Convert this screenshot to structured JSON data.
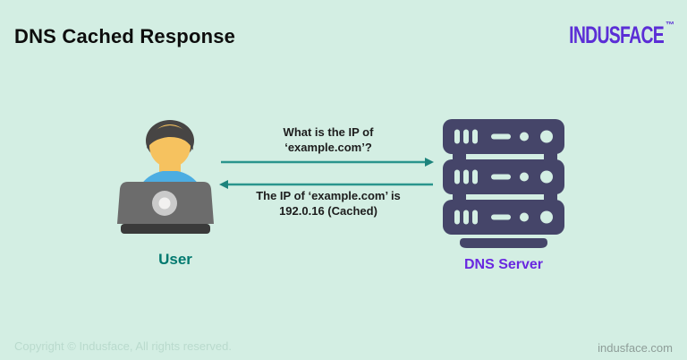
{
  "page": {
    "background_color": "#d3eee3"
  },
  "header": {
    "title": "DNS Cached Response",
    "logo": {
      "text": "INDUSFACE",
      "trademark": "™",
      "color": "#5b2ed6"
    }
  },
  "diagram": {
    "user": {
      "label": "User",
      "label_color": "#00796f",
      "icon": "user-at-laptop-icon",
      "icon_colors": {
        "hair": "#474544",
        "skin": "#f6c25f",
        "shirt": "#4cade2",
        "laptop": "#6c6c6c",
        "laptop_base": "#3a3a3a"
      }
    },
    "server": {
      "label": "DNS Server",
      "label_color": "#6928e0",
      "icon": "dns-server-stack-icon",
      "icon_color": "#454569"
    },
    "request": {
      "line1": "What is the IP of",
      "line2": "‘example.com’?",
      "direction": "right",
      "arrow_color": "#2a958d"
    },
    "response": {
      "line1": "The IP of ‘example.com’ is",
      "line2": "192.0.16 (Cached)",
      "direction": "left",
      "arrow_color": "#2a958d"
    }
  },
  "footer": {
    "copyright": "Copyright © Indusface, All rights reserved.",
    "website": "indusface.com"
  }
}
